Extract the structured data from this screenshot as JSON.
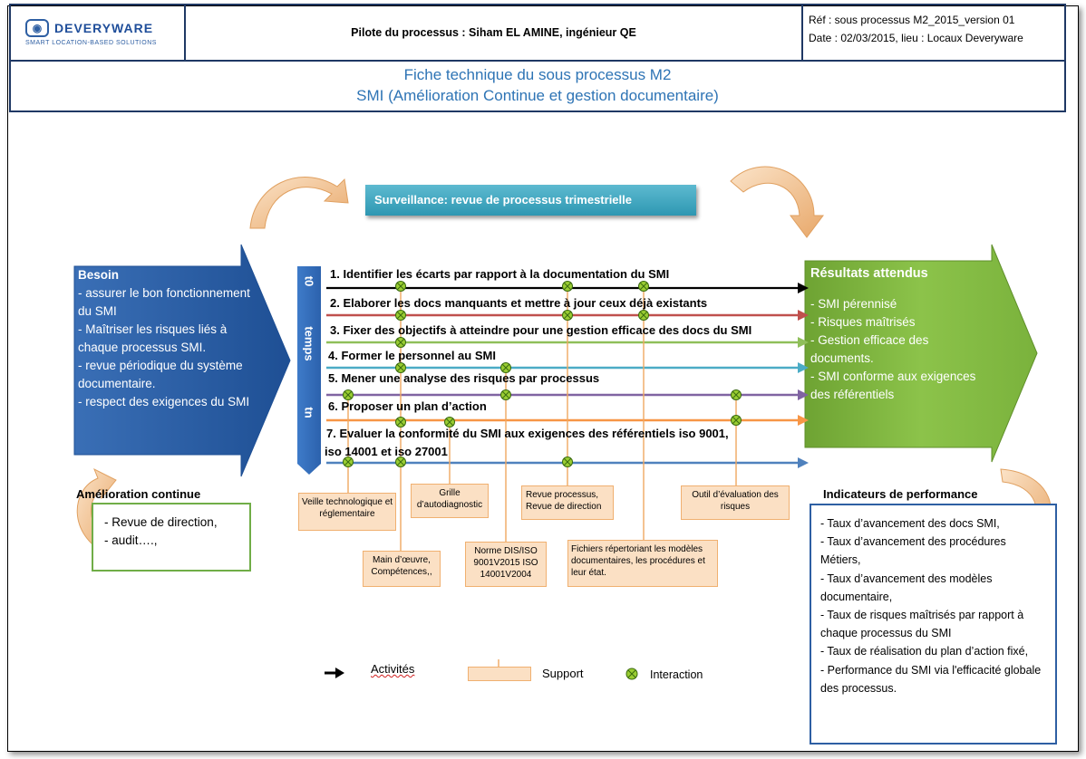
{
  "header": {
    "logo_name": "DEVERYWARE",
    "logo_tagline": "SMART LOCATION-BASED SOLUTIONS",
    "pilot": "Pilote du processus : Siham EL AMINE, ingénieur QE",
    "ref": "Réf : sous processus M2_2015_version 01",
    "date": "Date : 02/03/2015,  lieu : Locaux Deveryware"
  },
  "title": {
    "line1": "Fiche technique du sous processus M2",
    "line2": "SMI (Amélioration Continue et gestion documentaire)"
  },
  "surveillance": {
    "label": "Surveillance:",
    "text": "revue de processus trimestrielle"
  },
  "besoin": {
    "title": "Besoin",
    "lines": [
      "- assurer le bon fonctionnement du SMI",
      "- Maîtriser les risques liés à chaque processus SMI.",
      "- revue périodique du système documentaire.",
      "- respect des exigences du SMI"
    ]
  },
  "timeline": {
    "t0": "t0",
    "temps": "temps",
    "tn": "tn"
  },
  "activities": [
    "1. Identifier les écarts par rapport à la documentation  du SMI",
    "2. Elaborer  les docs manquants  et mettre à jour ceux déjà existants",
    "3. Fixer des objectifs à atteindre pour une gestion efficace des docs du SMI",
    "4. Former le personnel au SMI",
    "5. Mener une analyse des risques par processus",
    "6. Proposer un plan d’action",
    "7. Evaluer la conformité  du SMI aux exigences des référentiels iso 9001,",
    "iso 14001 et iso 27001"
  ],
  "resultats": {
    "title": "Résultats attendus",
    "lines": [
      "- SMI pérennisé",
      "- Risques maîtrisés",
      "- Gestion efficace  des documents.",
      "- SMI conforme aux exigences  des référentiels"
    ]
  },
  "supports": {
    "veille": "Veille technologique et réglementaire",
    "grille": "Grille d’autodiagnostic",
    "revue": "Revue processus, Revue de direction",
    "outil": "Outil d’évaluation des risques",
    "main": "Main d’œuvre, Compétences,,",
    "norme": "Norme DIS/ISO 9001V2015 ISO 14001V2004",
    "fichiers": "Fichiers répertoriant les modèles documentaires, les procédures et leur état."
  },
  "amelioration": {
    "title": "Amélioration continue",
    "lines": [
      "- Revue de direction,",
      "- audit….,"
    ]
  },
  "indicateurs": {
    "title": "Indicateurs de performance",
    "lines": [
      "- Taux d’avancement des docs SMI,",
      "- Taux d’avancement  des procédures Métiers,",
      "- Taux d’avancement des modèles documentaire,",
      "- Taux de risques maîtrisés par rapport à chaque processus du SMI",
      "- Taux de réalisation du plan d’action fixé,",
      "- Performance du SMI via l'efficacité globale des processus."
    ]
  },
  "legend": {
    "activites": "Activités",
    "support": "Support",
    "interaction": "Interaction"
  },
  "colors": {
    "navy": "#1f3864",
    "blue_arrow": "#2e5fa3",
    "green_arrow": "#7fb33b",
    "cyan": "#3aa6c0",
    "orange": "#f0a860",
    "support_fill": "#fbe0c4",
    "interaction": "#9acd32"
  }
}
